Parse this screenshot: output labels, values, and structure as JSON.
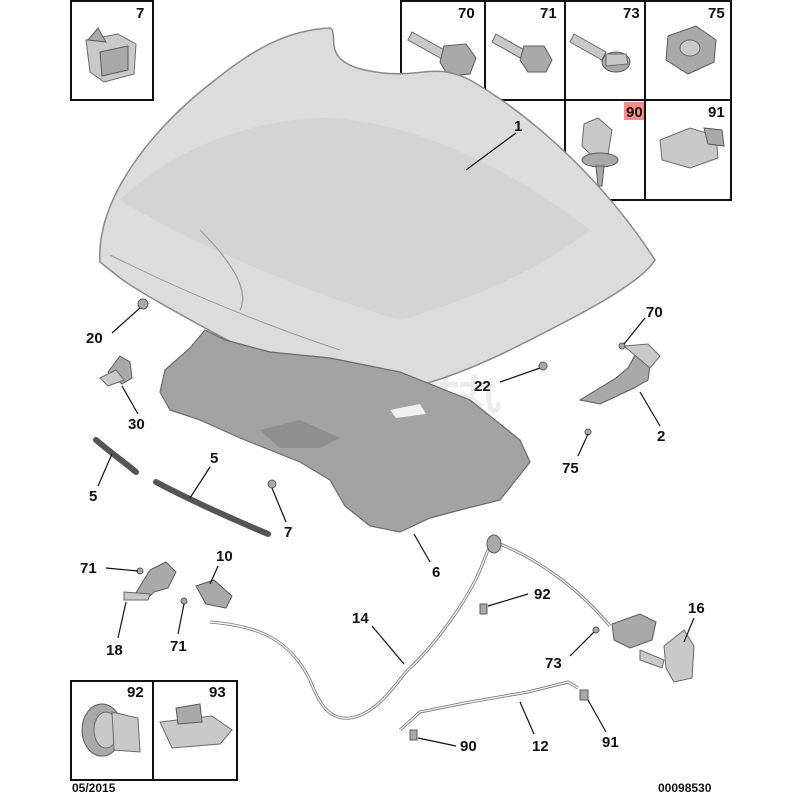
{
  "diagram": {
    "date_code": "05/2015",
    "reference_number": "00098530",
    "watermark_text": "铂势",
    "highlight_color": "#ff8a8a",
    "callouts": [
      {
        "id": "c1",
        "label": "1"
      },
      {
        "id": "c20",
        "label": "20"
      },
      {
        "id": "c30",
        "label": "30"
      },
      {
        "id": "c22",
        "label": "22"
      },
      {
        "id": "c70",
        "label": "70"
      },
      {
        "id": "c2",
        "label": "2"
      },
      {
        "id": "c75",
        "label": "75"
      },
      {
        "id": "c5a",
        "label": "5"
      },
      {
        "id": "c5b",
        "label": "5"
      },
      {
        "id": "c7",
        "label": "7"
      },
      {
        "id": "c6",
        "label": "6"
      },
      {
        "id": "c71a",
        "label": "71"
      },
      {
        "id": "c10",
        "label": "10"
      },
      {
        "id": "c18",
        "label": "18"
      },
      {
        "id": "c71b",
        "label": "71"
      },
      {
        "id": "c14",
        "label": "14"
      },
      {
        "id": "c92",
        "label": "92"
      },
      {
        "id": "c16",
        "label": "16"
      },
      {
        "id": "c73",
        "label": "73"
      },
      {
        "id": "c12",
        "label": "12"
      },
      {
        "id": "c90",
        "label": "90"
      },
      {
        "id": "c91",
        "label": "91"
      }
    ],
    "inset_boxes": [
      {
        "id": "b7",
        "label": "7",
        "part": "clip"
      },
      {
        "id": "b70",
        "label": "70",
        "part": "bolt"
      },
      {
        "id": "b71",
        "label": "71",
        "part": "screw"
      },
      {
        "id": "b73",
        "label": "73",
        "part": "screw-flange"
      },
      {
        "id": "b75",
        "label": "75",
        "part": "nut"
      },
      {
        "id": "b90",
        "label": "90",
        "part": "clip",
        "highlighted": true
      },
      {
        "id": "b91",
        "label": "91",
        "part": "clip"
      },
      {
        "id": "b92",
        "label": "92",
        "part": "grommet"
      },
      {
        "id": "b93",
        "label": "93",
        "part": "clip"
      }
    ]
  }
}
